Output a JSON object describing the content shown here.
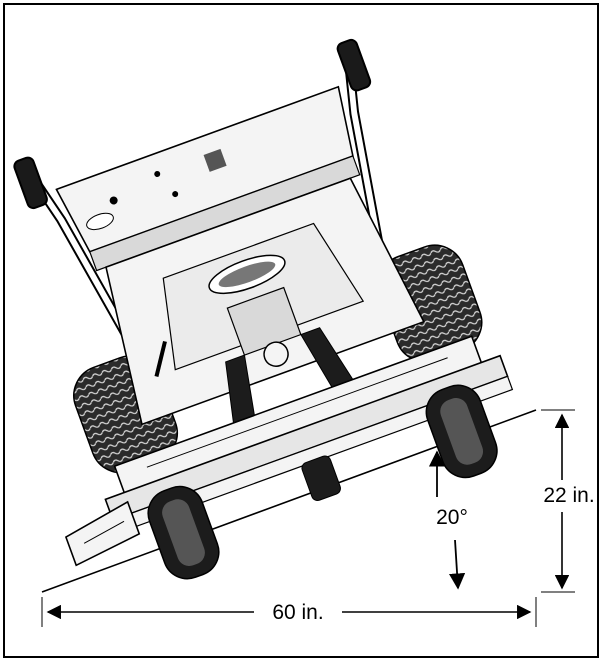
{
  "figure": {
    "label_angle": "20°",
    "label_rise": "22 in.",
    "label_run": "60 in.",
    "colors": {
      "line": "#000000",
      "paper": "#ffffff",
      "machine_body": "#f4f4f4",
      "shade": "#d9d9d9",
      "tire": "#3a3a3a",
      "tire_dark": "#111111"
    }
  }
}
